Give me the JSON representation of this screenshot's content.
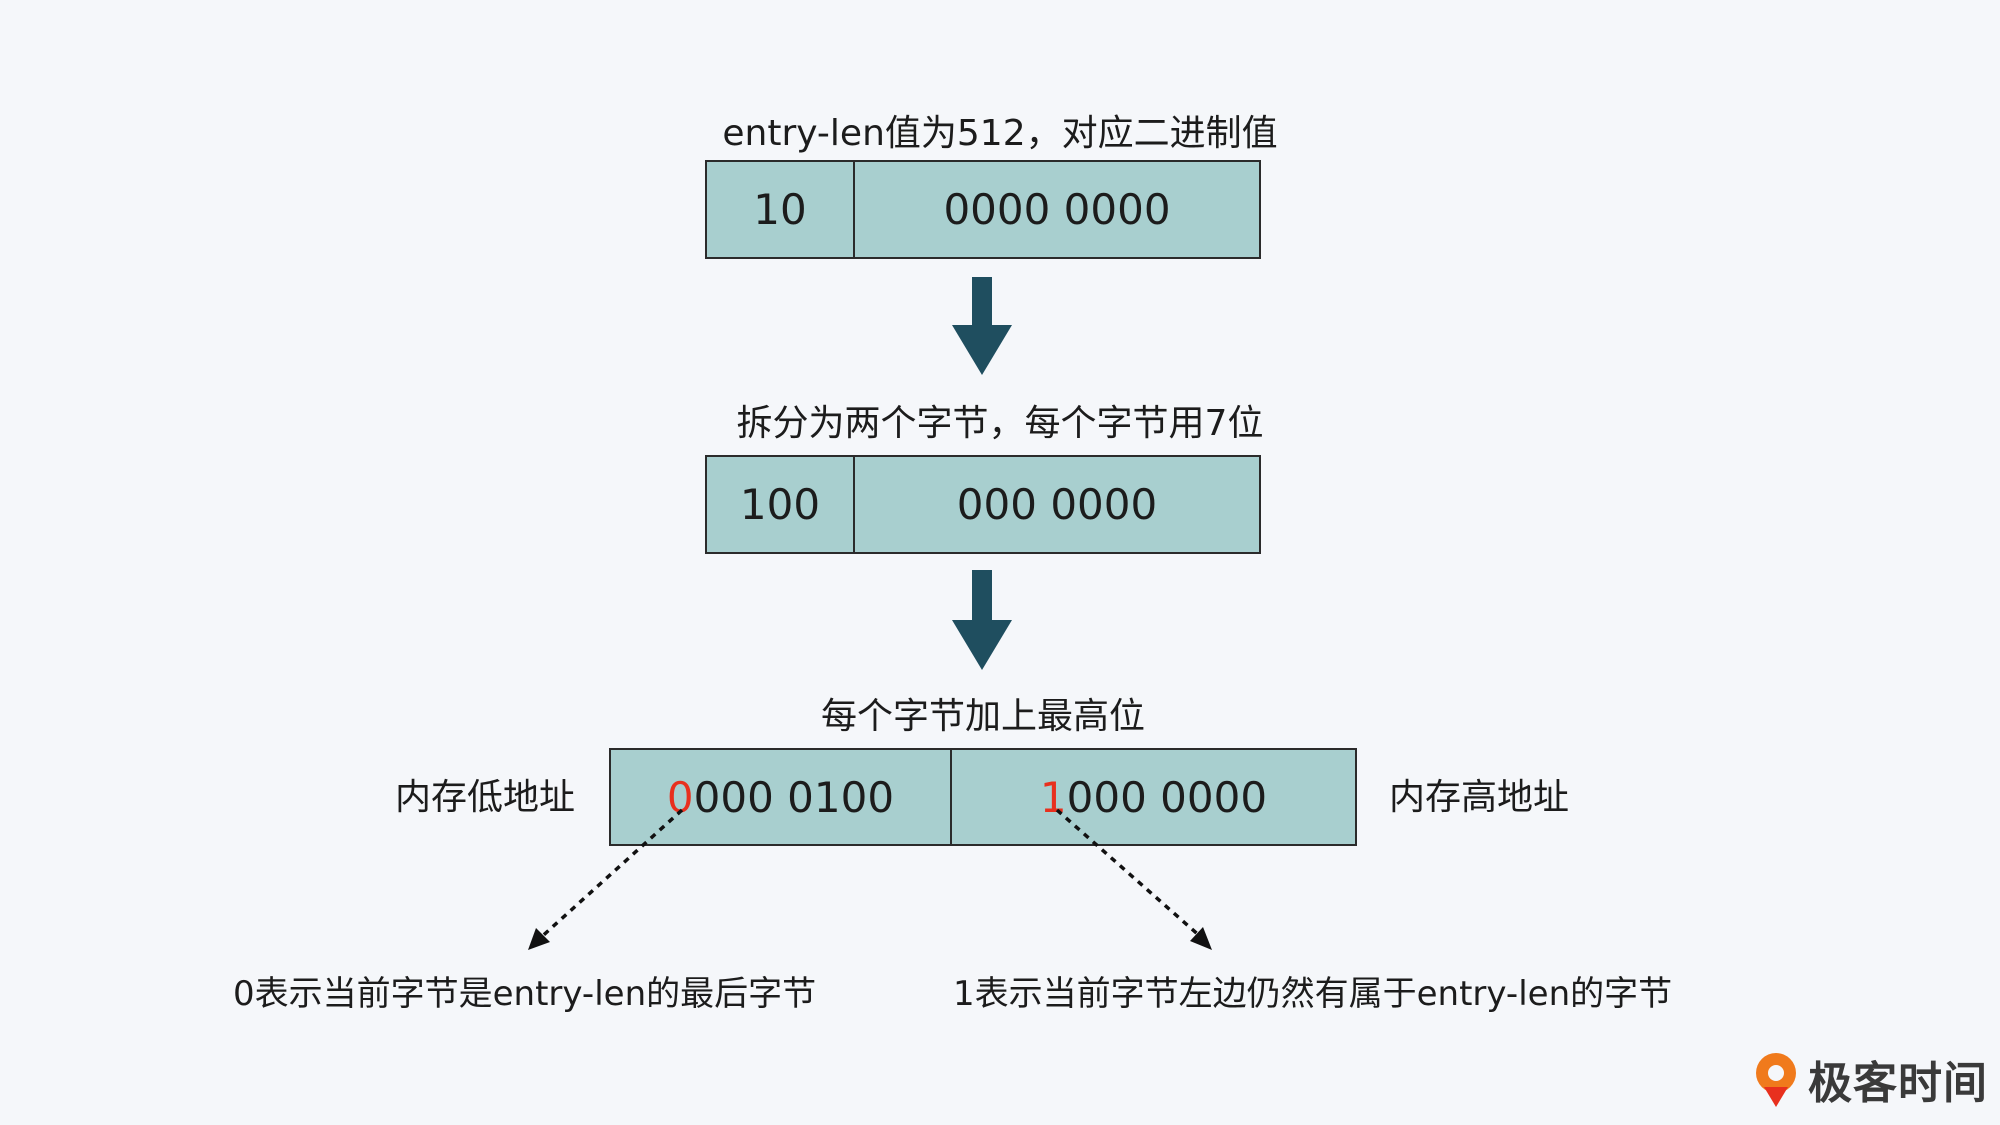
{
  "step1": {
    "caption": "entry-len值为512，对应二进制值",
    "cells": [
      "10",
      "0000 0000"
    ]
  },
  "step2": {
    "caption": "拆分为两个字节，每个字节用7位",
    "cells": [
      "100",
      "000 0000"
    ]
  },
  "step3": {
    "caption": "每个字节加上最高位",
    "low_byte": {
      "msb": "0",
      "rest": "000 0100"
    },
    "high_byte": {
      "msb": "1",
      "rest": "000 0000"
    },
    "left_label": "内存低地址",
    "right_label": "内存高地址"
  },
  "notes": {
    "left": "0表示当前字节是entry-len的最后字节",
    "right": "1表示当前字节左边仍然有属于entry-len的字节"
  },
  "logo": {
    "text": "极客时间",
    "icon": "geektime-logo-icon"
  },
  "colors": {
    "cell_fill": "#a8cfcf",
    "arrow": "#1f4e5f",
    "highlight": "#e8301e"
  }
}
